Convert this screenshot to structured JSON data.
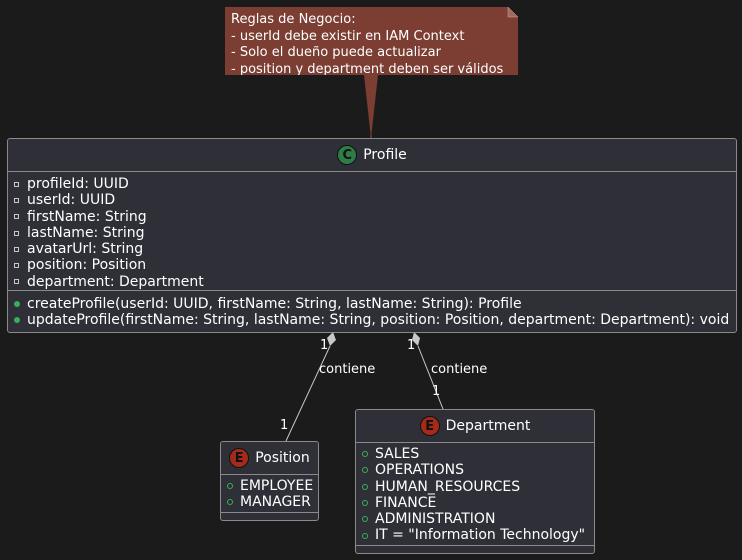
{
  "note": {
    "lines": [
      "Reglas de Negocio:",
      "- userId debe existir en IAM Context",
      "- Solo el dueño puede actualizar",
      "- position y department deben ser válidos"
    ]
  },
  "profile": {
    "stereotype": "C",
    "name": "Profile",
    "attributes": [
      "profileId: UUID",
      "userId: UUID",
      "firstName: String",
      "lastName: String",
      "avatarUrl: String",
      "position: Position",
      "department: Department"
    ],
    "methods": [
      "createProfile(userId: UUID, firstName: String, lastName: String): Profile",
      "updateProfile(firstName: String, lastName: String, position: Position, department: Department): void"
    ]
  },
  "position": {
    "stereotype": "E",
    "name": "Position",
    "values": [
      "EMPLOYEE",
      "MANAGER"
    ]
  },
  "department": {
    "stereotype": "E",
    "name": "Department",
    "values": [
      "SALES",
      "OPERATIONS",
      "HUMAN_RESOURCES",
      "FINANCE",
      "ADMINISTRATION",
      "IT = \"Information Technology\""
    ]
  },
  "relations": {
    "position": {
      "label": "contiene",
      "source_mult": "1",
      "target_mult": "1"
    },
    "department": {
      "label": "contiene",
      "source_mult": "1",
      "target_mult": "1"
    }
  },
  "colors": {
    "background": "#1b1b1c",
    "box": "#2f2f38",
    "note": "#7c3d33",
    "class_icon": "#2f7d46",
    "enum_icon": "#a52a1a",
    "public_marker": "#36b05a"
  }
}
